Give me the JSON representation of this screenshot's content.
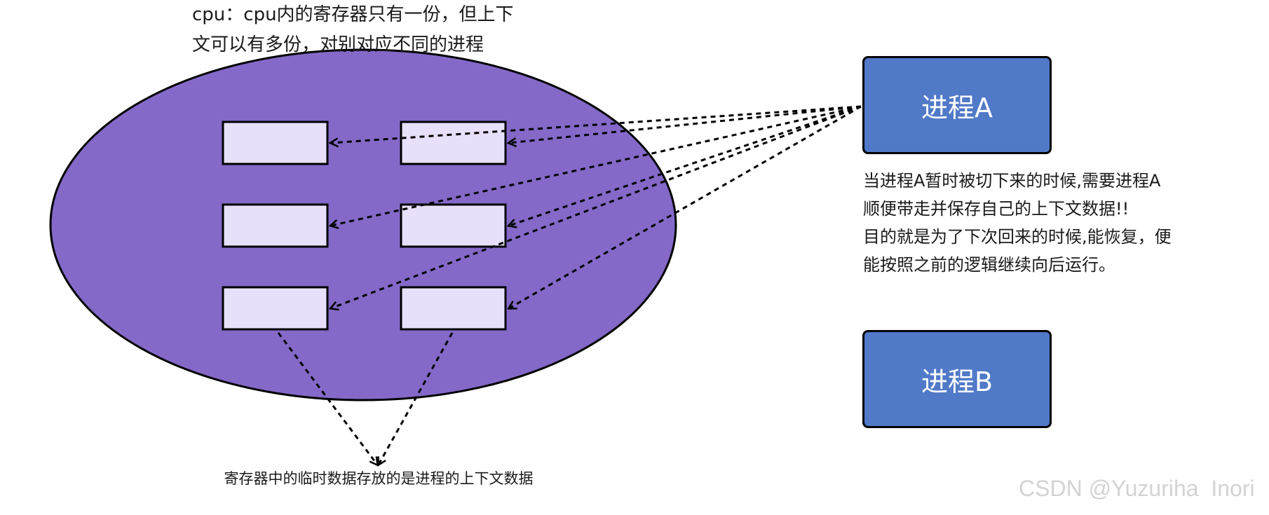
{
  "cpu_note": {
    "line1": "cpu：cpu内的寄存器只有一份，但上下",
    "line2": "文可以有多份，对别对应不同的进程"
  },
  "process_a": {
    "label": "进程A"
  },
  "process_b": {
    "label": "进程B"
  },
  "process_a_note": {
    "line1": "当进程A暂时被切下来的时候,需要进程A",
    "line2": "顺便带走并保存自己的上下文数据!!",
    "line3": "目的就是为了下次回来的时候,能恢复，便",
    "line4": "能按照之前的逻辑继续向后运行。"
  },
  "registers_caption": "寄存器中的临时数据存放的是进程的上下文数据",
  "watermark": "CSDN @Yuzuriha  Inori",
  "colors": {
    "cpu_ellipse": "#8469c8",
    "register_fill": "#e8e0fa",
    "process_fill": "#5079c8",
    "stroke": "#000000"
  }
}
